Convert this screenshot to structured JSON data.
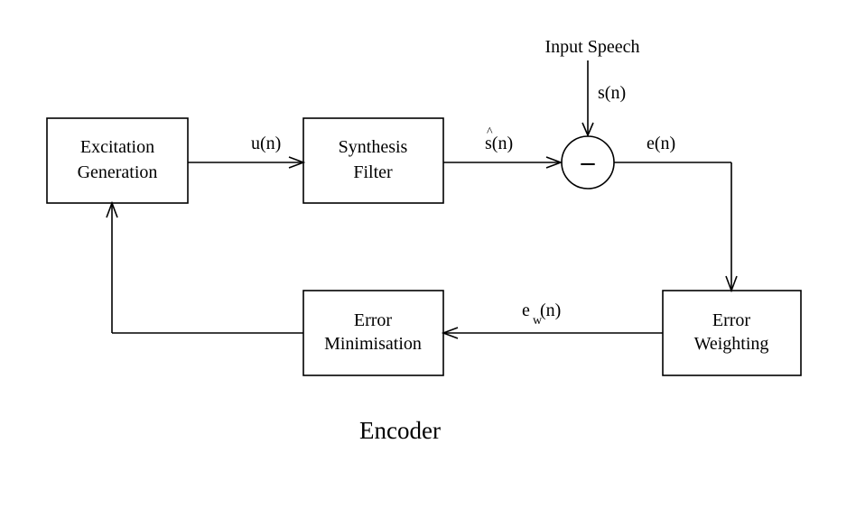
{
  "blocks": {
    "excitation": {
      "line1": "Excitation",
      "line2": "Generation"
    },
    "synthesis": {
      "line1": "Synthesis",
      "line2": "Filter"
    },
    "error_min": {
      "line1": "Error",
      "line2": "Minimisation"
    },
    "error_weight": {
      "line1": "Error",
      "line2": "Weighting"
    }
  },
  "summer": {
    "symbol": "–"
  },
  "signals": {
    "input_speech": "Input Speech",
    "s": "s(n)",
    "u": "u(n)",
    "s_hat_hat": "^",
    "s_hat": "s(n)",
    "e": "e(n)",
    "ew_e": "e",
    "ew_sub": "w",
    "ew_n": "(n)"
  },
  "caption": "Encoder"
}
